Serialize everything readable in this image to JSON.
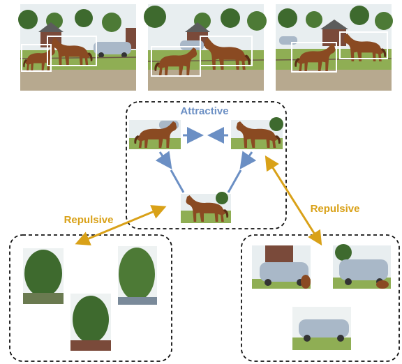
{
  "labels": {
    "attractive": "Attractive",
    "repulsive_left": "Repulsive",
    "repulsive_right": "Repulsive"
  },
  "colors": {
    "attractive": "#6b8fc4",
    "repulsive": "#d9a118",
    "box_border": "#111111",
    "detection_box": "#ffffff",
    "horse_brown": "#8a4a22",
    "grass": "#8fae54",
    "sky": "#e8eef0",
    "tree_green": "#3e6a2e",
    "car_silver": "#a9b8c8",
    "house_brick": "#7a4a3a"
  },
  "icons": {
    "attractive_arrow": "arrow-icon",
    "repulsive_arrow": "double-arrow-icon"
  }
}
